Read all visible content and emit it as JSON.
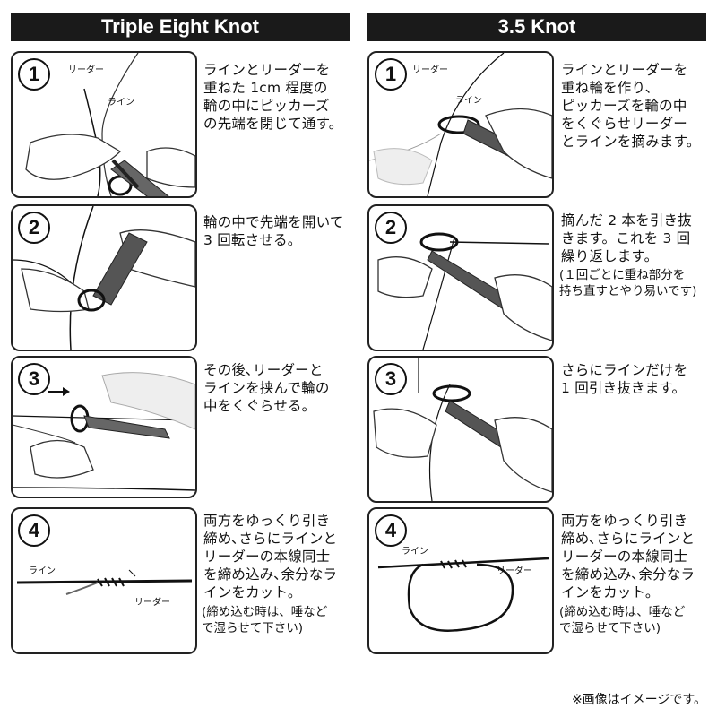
{
  "left": {
    "title": "Triple Eight Knot",
    "steps": [
      {
        "num": "1",
        "text": "ラインとリーダーを\n重ねた 1cm 程度の\n輪の中にピッカーズ\nの先端を閉じて通す。",
        "note": "",
        "labels": {
          "leader": "リーダー",
          "line": "ライン"
        }
      },
      {
        "num": "2",
        "text": "輪の中で先端を開いて\n3 回転させる。",
        "note": ""
      },
      {
        "num": "3",
        "text": "その後､リーダーと\nラインを挟んで輪の\n中をくぐらせる。",
        "note": ""
      },
      {
        "num": "4",
        "text": "両方をゆっくり引き\n締め､さらにラインと\nリーダーの本線同士\nを締め込み､余分なラ\nインをカット。",
        "note": "(締め込む時は、唾など\nで湿らせて下さい)",
        "labels": {
          "line": "ライン",
          "leader": "リーダー"
        }
      }
    ]
  },
  "right": {
    "title": "3.5 Knot",
    "steps": [
      {
        "num": "1",
        "text": "ラインとリーダーを\n重ね輪を作り、\nピッカーズを輪の中\nをくぐらせリーダー\nとラインを摘みます。",
        "note": "",
        "labels": {
          "leader": "リーダー",
          "line": "ライン"
        }
      },
      {
        "num": "2",
        "text": "摘んだ 2 本を引き抜\nきます。これを 3 回\n繰り返します。",
        "note": "(１回ごとに重ね部分を\n持ち直すとやり易いです)"
      },
      {
        "num": "3",
        "text": "さらにラインだけを\n1 回引き抜きます。",
        "note": ""
      },
      {
        "num": "4",
        "text": "両方をゆっくり引き\n締め､さらにラインと\nリーダーの本線同士\nを締め込み､余分なラ\nインをカット。",
        "note": "(締め込む時は、唾など\nで湿らせて下さい)",
        "labels": {
          "line": "ライン",
          "leader": "リーダー"
        }
      }
    ]
  },
  "footer": "※画像はイメージです。"
}
